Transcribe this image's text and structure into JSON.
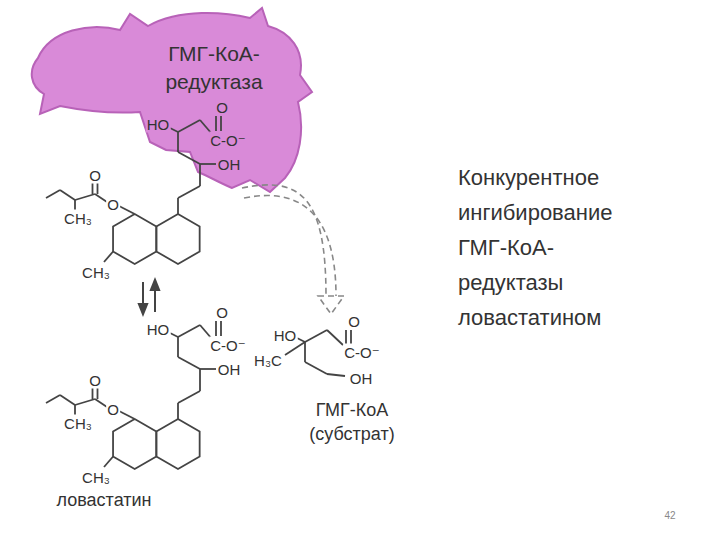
{
  "diagram": {
    "title": "Конкурентное ингибирование ГМГ-КоА- редуктазы ловастатином",
    "nodes": [
      {
        "text": [
          "ГМГ-КоА- редуктаза"
        ]
      }
    ],
    "labels": [
      "HO",
      "O",
      "C-O⁻",
      "OH",
      "O",
      "O",
      "CH₃",
      "CH₃",
      "HO",
      "O",
      "C-O⁻",
      "OH",
      "O",
      "O",
      "CH₃",
      "CH₃",
      "ловастатин",
      "HO",
      "O",
      "C-O⁻",
      "H₃C",
      "OH",
      "ГМГ-КоА (субстрат)",
      "42"
    ]
  }
}
